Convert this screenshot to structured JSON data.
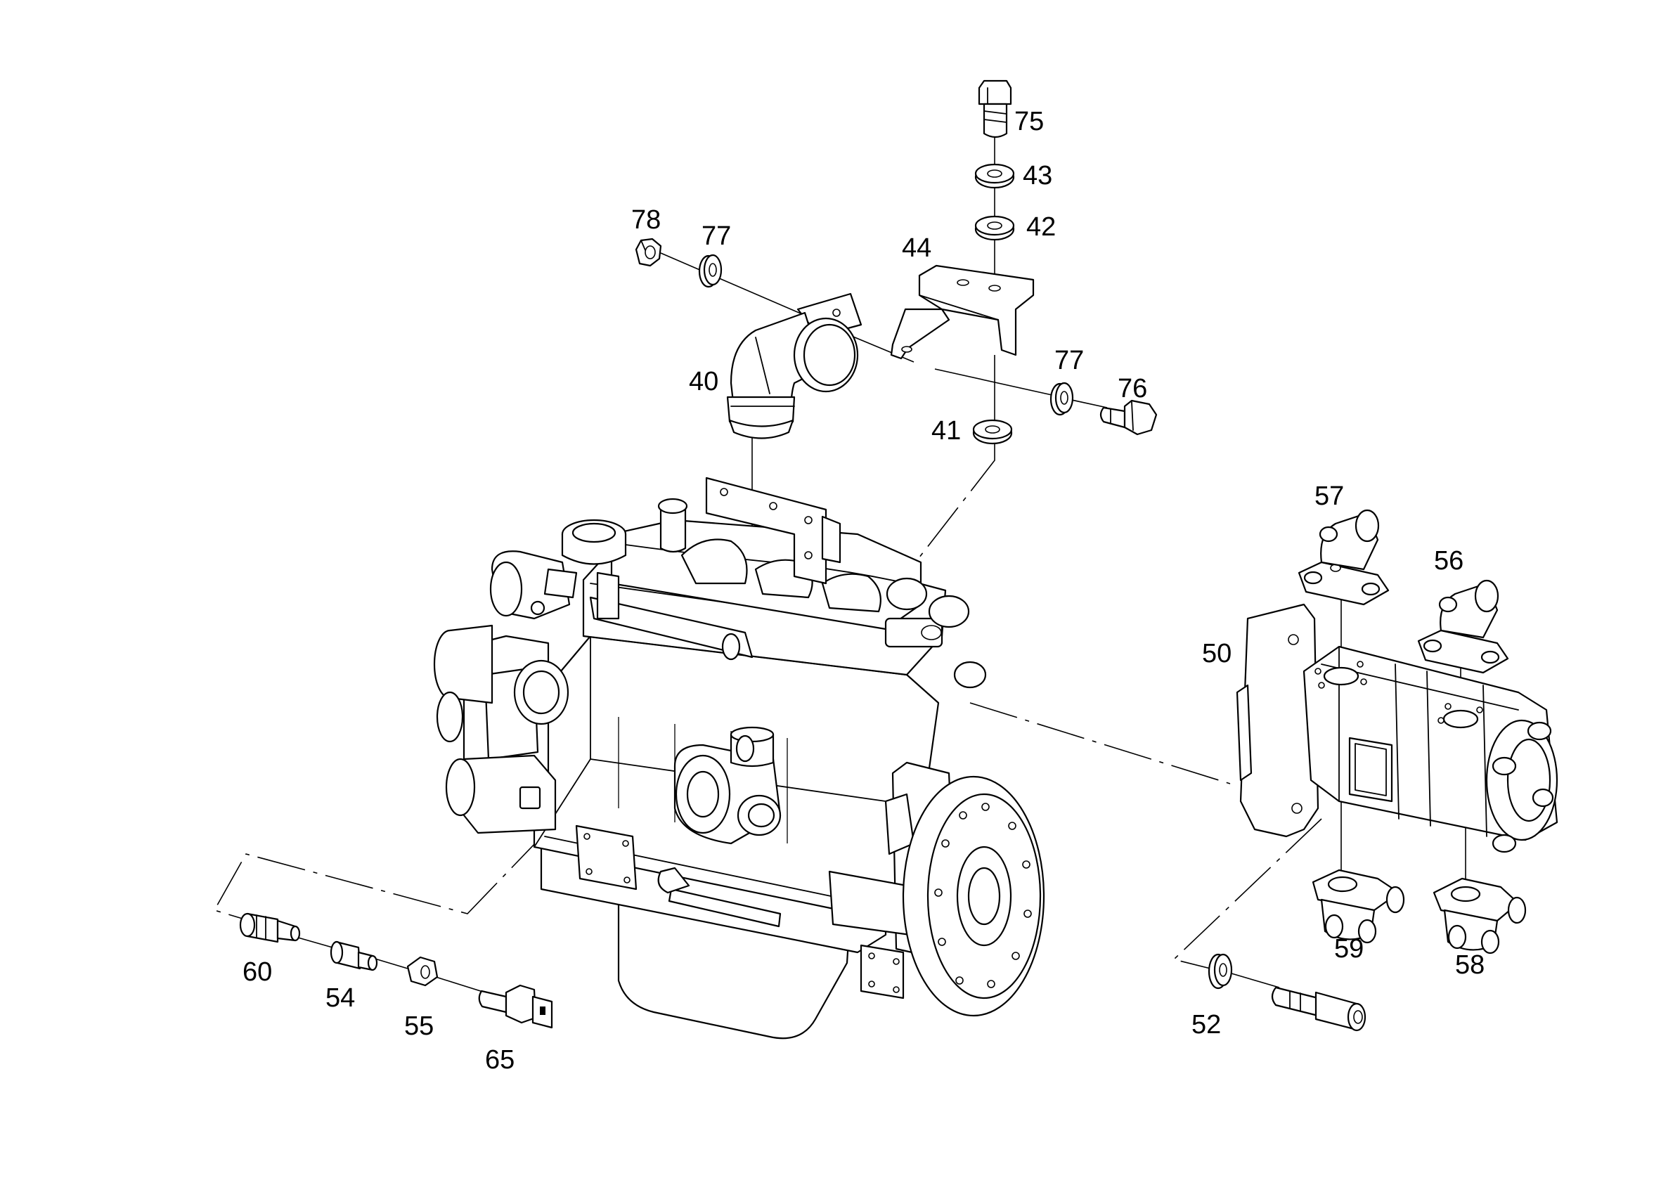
{
  "callouts": {
    "c40": "40",
    "c41": "41",
    "c42": "42",
    "c43": "43",
    "c44": "44",
    "c50": "50",
    "c52": "52",
    "c54": "54",
    "c55": "55",
    "c56": "56",
    "c57": "57",
    "c58": "58",
    "c59": "59",
    "c60": "60",
    "c65": "65",
    "c75": "75",
    "c76": "76",
    "c77a": "77",
    "c77b": "77",
    "c78": "78"
  }
}
